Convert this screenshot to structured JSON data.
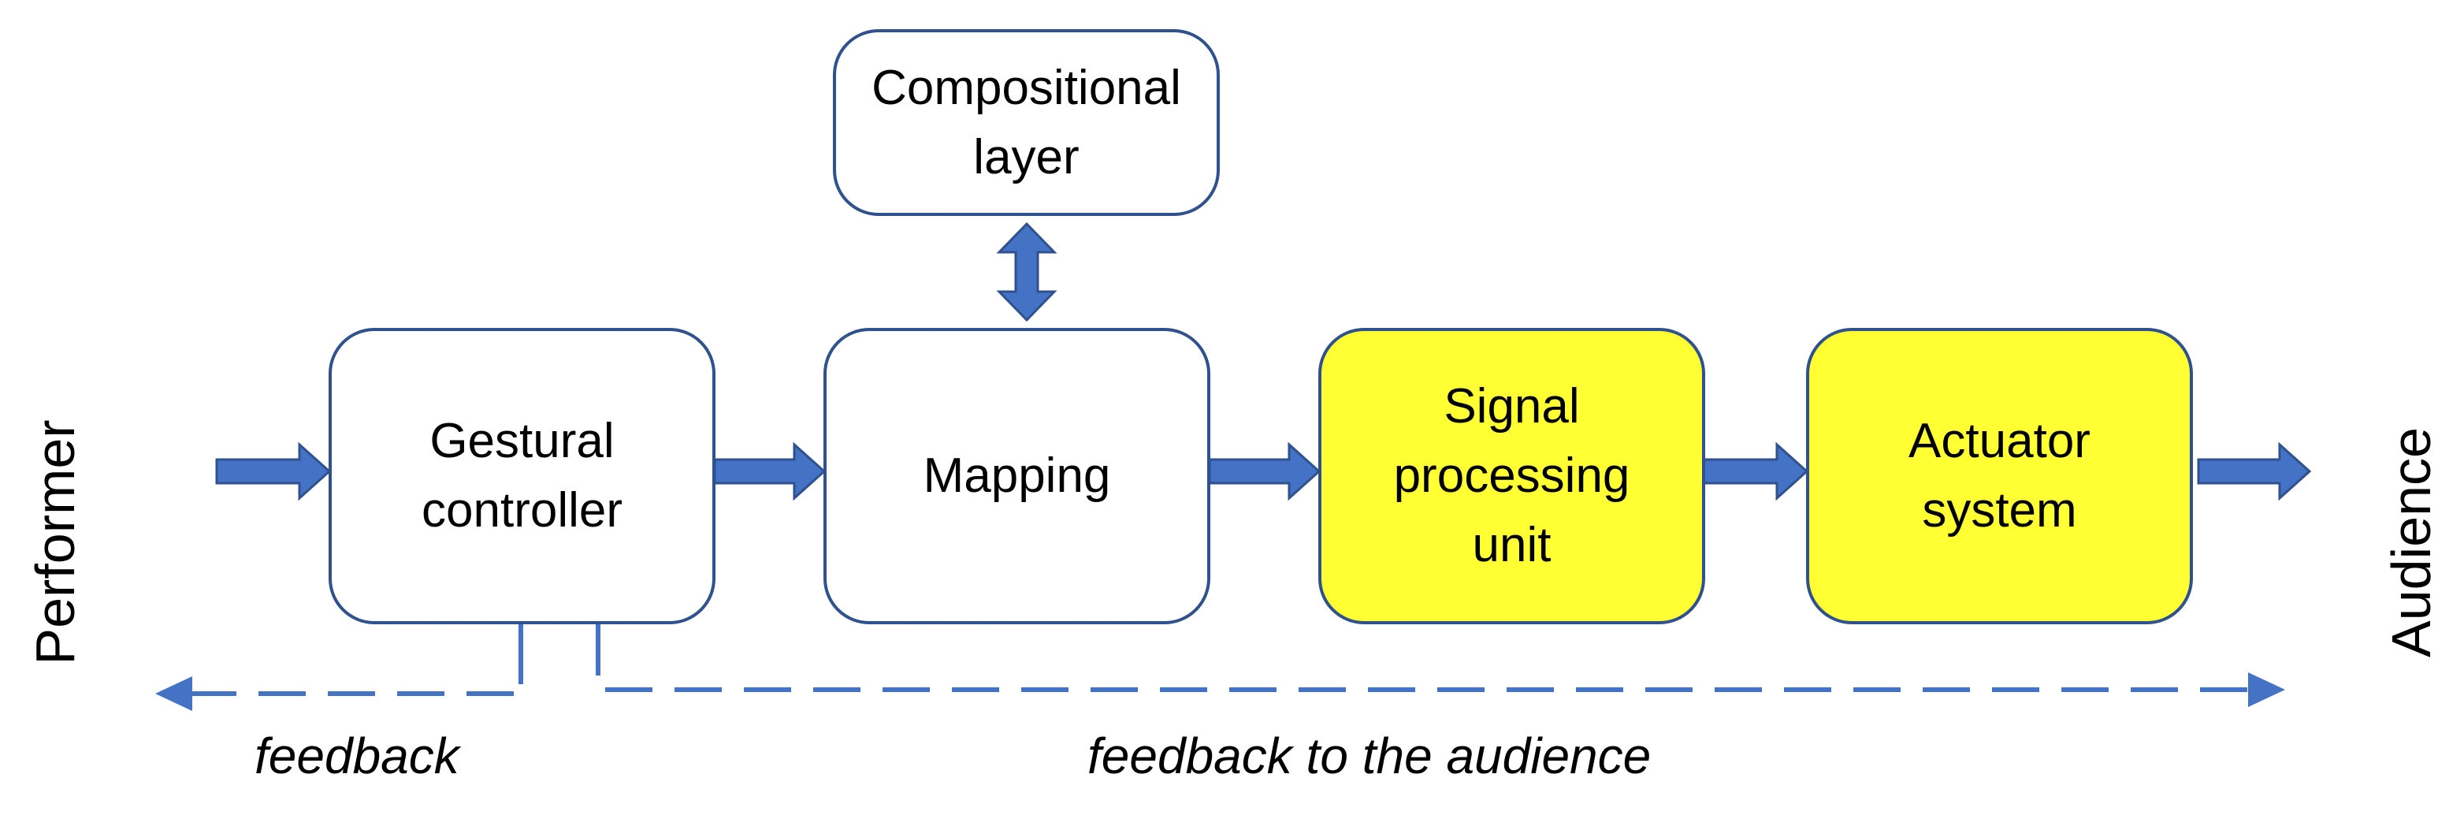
{
  "colors": {
    "arrow": "#4472c4",
    "box_border": "#2f528f",
    "box_fill": "#ffffff",
    "highlight_fill": "#ffff33",
    "text": "#000000"
  },
  "side_labels": {
    "left": "Performer",
    "right": "Audience"
  },
  "blocks": {
    "compositional": "Compositional\nlayer",
    "gestural": "Gestural\ncontroller",
    "mapping": "Mapping",
    "signal": "Signal\nprocessing\nunit",
    "actuator": "Actuator\nsystem"
  },
  "feedback_labels": {
    "performer": "feedback",
    "audience": "feedback to the audience"
  }
}
